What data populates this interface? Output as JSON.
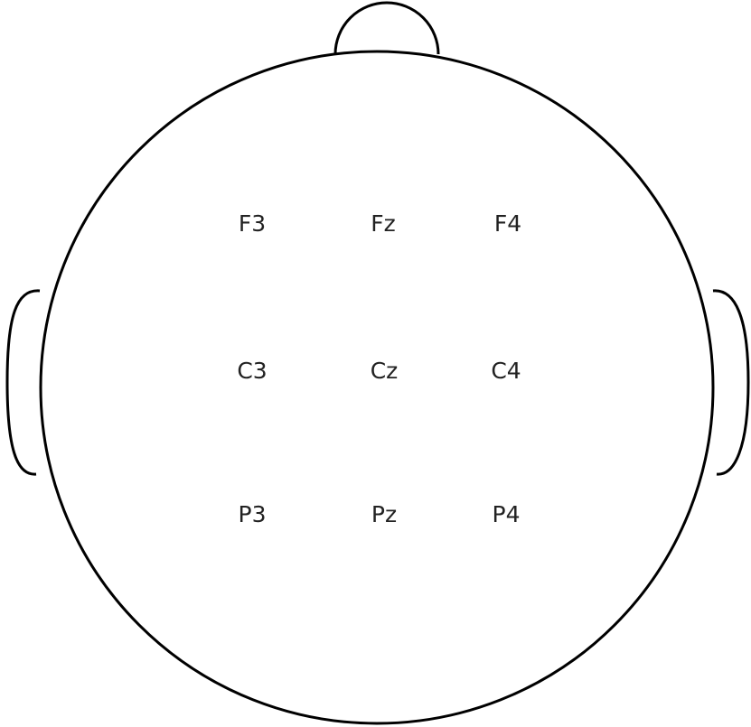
{
  "electrodes": {
    "frontal": {
      "left": "F3",
      "midline": "Fz",
      "right": "F4"
    },
    "central": {
      "left": "C3",
      "midline": "Cz",
      "right": "C4"
    },
    "parietal": {
      "left": "P3",
      "midline": "Pz",
      "right": "P4"
    }
  }
}
